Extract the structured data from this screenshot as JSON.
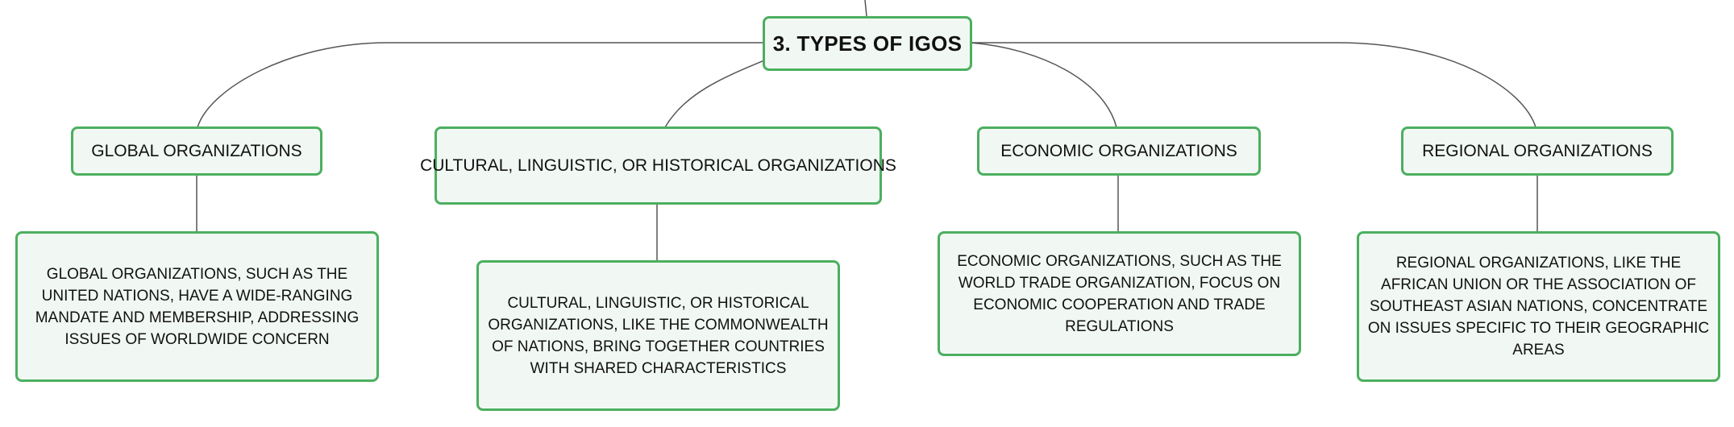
{
  "diagram": {
    "root": {
      "title": "3. TYPES OF IGOS"
    },
    "categories": [
      {
        "title": "GLOBAL ORGANIZATIONS",
        "description": "GLOBAL ORGANIZATIONS, SUCH AS THE UNITED NATIONS, HAVE A WIDE-RANGING MANDATE AND MEMBERSHIP, ADDRESSING ISSUES OF WORLDWIDE CONCERN"
      },
      {
        "title": "CULTURAL, LINGUISTIC, OR HISTORICAL ORGANIZATIONS",
        "description": "CULTURAL, LINGUISTIC, OR HISTORICAL ORGANIZATIONS, LIKE THE COMMONWEALTH OF NATIONS, BRING TOGETHER COUNTRIES WITH SHARED CHARACTERISTICS"
      },
      {
        "title": "ECONOMIC ORGANIZATIONS",
        "description": "ECONOMIC ORGANIZATIONS, SUCH AS THE WORLD TRADE ORGANIZATION, FOCUS ON ECONOMIC COOPERATION AND TRADE REGULATIONS"
      },
      {
        "title": "REGIONAL ORGANIZATIONS",
        "description": "REGIONAL ORGANIZATIONS, LIKE THE AFRICAN UNION OR THE ASSOCIATION OF SOUTHEAST ASIAN NATIONS, CONCENTRATE ON ISSUES SPECIFIC TO THEIR GEOGRAPHIC AREAS"
      }
    ]
  },
  "colors": {
    "node_border": "#4caf5f",
    "node_fill": "#f1f8f3",
    "connector": "#555555",
    "text": "#111111"
  }
}
